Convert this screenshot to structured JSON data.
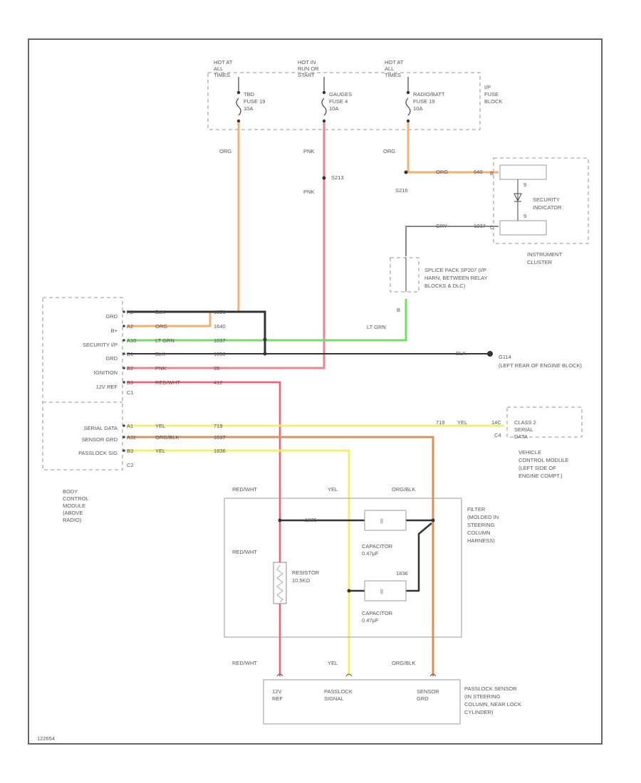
{
  "fuse_block": {
    "label": "I/P FUSE BLOCK",
    "fuses": [
      {
        "header": "HOT AT ALL TIMES",
        "name": "TBD FUSE 19 10A"
      },
      {
        "header": "HOT IN RUN OR START",
        "name": "GAUGES FUSE 4 10A"
      },
      {
        "header": "HOT AT ALL TIMES",
        "name": "RADIO/BATT FUSE 19 10A"
      }
    ]
  },
  "splices": {
    "s213": "S213",
    "s216": "S216"
  },
  "instrument_cluster": {
    "label": "INSTRUMENT CLUSTER",
    "indicator": "SECURITY INDICATOR",
    "pin_top": "B",
    "pin_bottom": "C",
    "pin_ref_top": "9",
    "pin_ref_bottom": "9",
    "top_plate": "",
    "bottom_plate": ""
  },
  "splice_pack": {
    "text": "SPLICE PACK SP207 (I/P HARN, BETWEEN RELAY BLOCKS & DLC)",
    "pin": "B"
  },
  "ground": {
    "id": "G114",
    "text": "(LEFT REAR OF ENGINE BLOCK)"
  },
  "bcm": {
    "label": "BODY CONTROL MODULE (ABOVE RADIO)",
    "connectors": [
      "C1",
      "C2"
    ],
    "rows": [
      {
        "label": "GRD",
        "pin": "A1",
        "color": "BLK",
        "circuit": "1650"
      },
      {
        "label": "B+",
        "pin": "A2",
        "color": "ORG",
        "circuit": "1640"
      },
      {
        "label": "SECURITY I/P",
        "pin": "A10",
        "color": "LT GRN",
        "circuit": "1037"
      },
      {
        "label": "GRD",
        "pin": "B1",
        "color": "BLK",
        "circuit": "1650"
      },
      {
        "label": "IGNITION",
        "pin": "B2",
        "color": "PNK",
        "circuit": "39"
      },
      {
        "label": "12V REF",
        "pin": "B3",
        "color": "RED/WHT",
        "circuit": "412"
      },
      {
        "label": "SERIAL DATA",
        "pin": "A1",
        "color": "YEL",
        "circuit": "719"
      },
      {
        "label": "SENSOR GRD",
        "pin": "A11",
        "color": "ORG/BLK",
        "circuit": "1037"
      },
      {
        "label": "PASSLOCK SIG",
        "pin": "B3",
        "color": "YEL",
        "circuit": "1836"
      }
    ]
  },
  "vcm": {
    "label": "VEHICLE CONTROL MODULE (LEFT SIDE OF ENGINE COMPT.)",
    "class2": "CLASS 2 SERIAL DATA",
    "connector": "C4",
    "pin": "14C",
    "circuit": "719",
    "color": "YEL"
  },
  "filter": {
    "label": "FILTER (MOLDED IN STEERING COLUMN HARNESS)",
    "resistor": "RESISTOR 10.5KΩ",
    "cap1": "CAPACITOR 0.47μF",
    "cap2": "CAPACITOR 0.47μF",
    "inner_wire": "1835",
    "inner_wire2": "1836",
    "cap_sym": "||",
    "res_color": "RED/WHT"
  },
  "passlock": {
    "label": "PASSLOCK SENSOR (IN STEERING COLUMN, NEAR LOCK CYLINDER)",
    "t1": "12V REF",
    "t2": "PASSLOCK SIGNAL",
    "t3": "SENSOR GRD"
  },
  "wires": {
    "org": "ORG",
    "pnk": "PNK",
    "gry": "GRY",
    "ltgrn": "LT GRN",
    "blk": "BLK",
    "redwht": "RED/WHT",
    "yel": "YEL",
    "orgblk": "ORG/BLK",
    "org_circuit": "640",
    "gry_circuit": "1037"
  },
  "figure_id": "122654",
  "colors": {
    "orange": "#f5b070",
    "pink": "#f08090",
    "red": "#f06070",
    "green": "#70e060",
    "yellow": "#f0f070",
    "brown": "#d8905a",
    "black": "#333333",
    "gray": "#888888"
  }
}
